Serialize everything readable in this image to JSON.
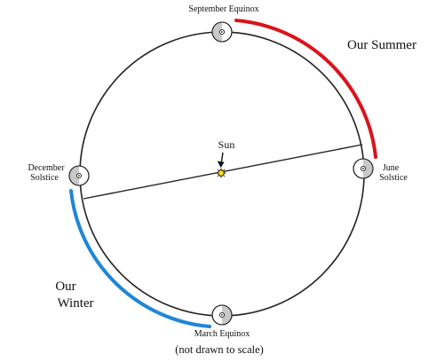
{
  "labels": {
    "september": "September Equinox",
    "june_line1": "June",
    "june_line2": "Solstice",
    "december_line1": "December",
    "december_line2": "Solstice",
    "march": "March Equinox",
    "sun": "Sun",
    "summer": "Our Summer",
    "winter_line1": "Our",
    "winter_line2": "Winter",
    "note": "(not drawn to scale)"
  },
  "colors": {
    "summer": "#d9141b",
    "winter": "#1f86d6",
    "orbit": "#222222",
    "earth_shadow": "#c8c8c8",
    "sun_fill": "#ffe100"
  }
}
